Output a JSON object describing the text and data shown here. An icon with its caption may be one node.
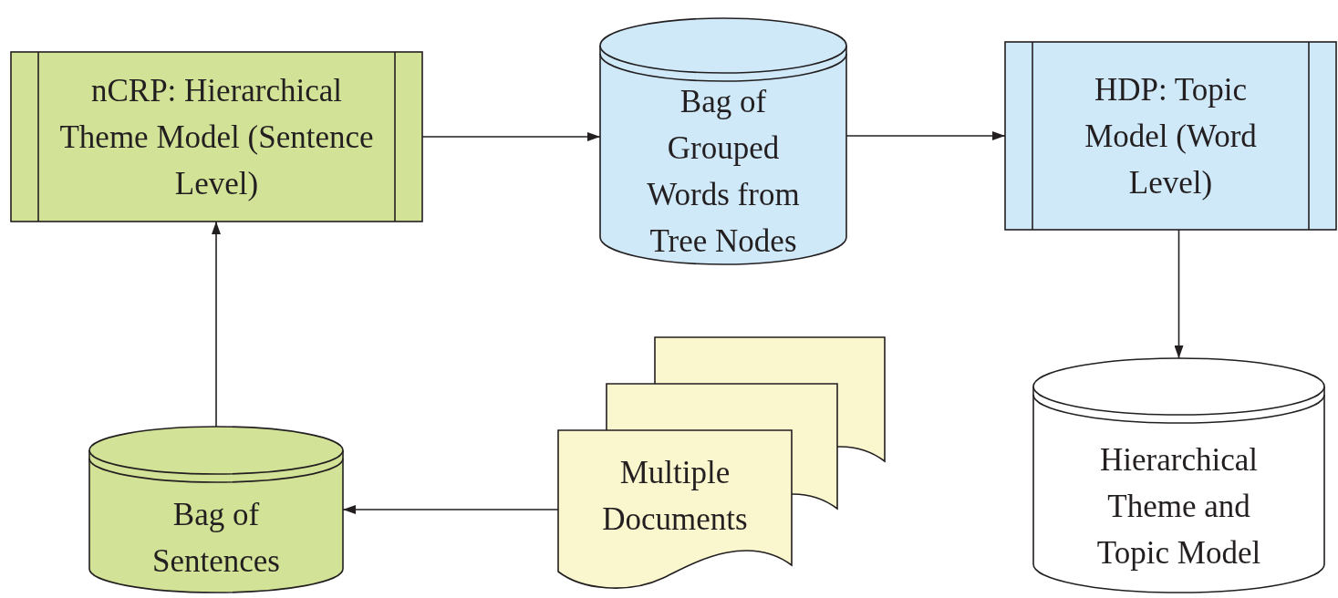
{
  "diagram": {
    "nodes": [
      {
        "text": [
          "nCRP: Hierarchical Theme Model (Sentence Level)"
        ]
      },
      {
        "text": [
          "Bag of Grouped Words from Tree Nodes"
        ]
      },
      {
        "text": [
          "HDP: Topic Model (Word Level)"
        ]
      },
      {
        "text": [
          "Bag of Sentences"
        ]
      },
      {
        "text": [
          "Multiple Documents"
        ]
      },
      {
        "text": [
          "Hierarchical Theme and Topic Model"
        ]
      }
    ],
    "edges": [
      {
        "from": 0,
        "to": 1,
        "arrow": "to"
      },
      {
        "from": 1,
        "to": 2,
        "arrow": "to"
      },
      {
        "from": 2,
        "to": 5,
        "arrow": "to"
      },
      {
        "from": 4,
        "to": 3,
        "arrow": "to"
      },
      {
        "from": 3,
        "to": 0,
        "arrow": "to"
      }
    ]
  }
}
